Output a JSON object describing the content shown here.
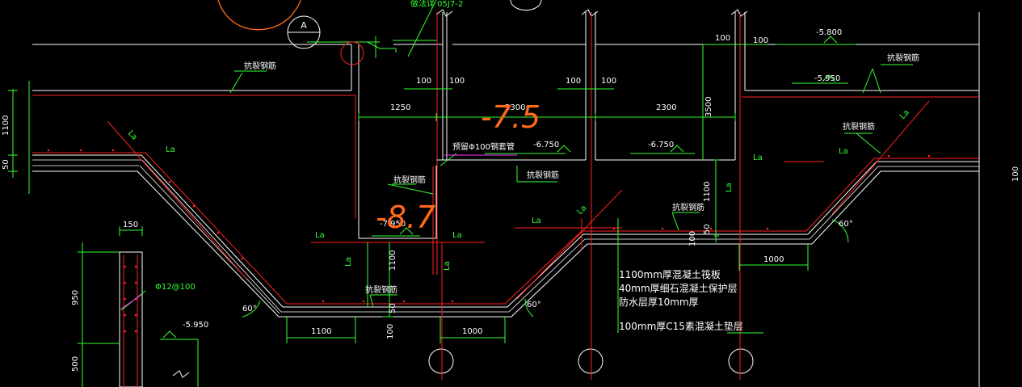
{
  "colors": {
    "background": "#000000",
    "outline": "#ffffff",
    "dimension": "#33ff33",
    "rebar": "#ff2020",
    "hand": "#ff6a1a",
    "magenta": "#ff33ff"
  },
  "labels": {
    "top_note": "做法详 05J7-2",
    "circle_a": "A",
    "fine_rebar": "抗裂钢筋",
    "sleeve": "预留Φ100钢套管",
    "stirrup": "Φ12@100",
    "la": "La",
    "angle_60": "60°"
  },
  "levels": {
    "l_5800": "-5.800",
    "l_5950": "-5.950",
    "l_6750": "-6.750",
    "l_7950": "-7.950"
  },
  "dims": {
    "d100": "100",
    "d1250": "1250",
    "d2300": "2300",
    "d3500": "3500",
    "d1100": "1100",
    "d1000": "1000",
    "d150": "150",
    "d950": "950",
    "d500": "500",
    "d50": "50"
  },
  "notes": [
    "1100mm厚混凝土筏板",
    "40mm厚细石混凝土保护层",
    "防水层厚10mm厚",
    "100mm厚C15素混凝土垫层"
  ],
  "handwriting": {
    "h75": "-7.5",
    "h87": "-8.7"
  }
}
